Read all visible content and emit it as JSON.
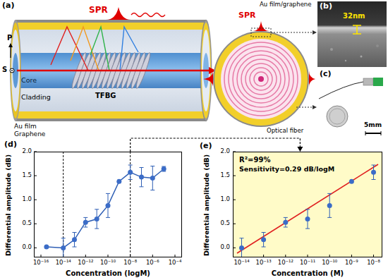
{
  "diagram": {
    "nodes": [
      {
        "text": [
          "(b)",
          "32nm"
        ]
      },
      {
        "text": [
          "(c)",
          "5mm"
        ]
      },
      {
        "text": [
          "(d)"
        ]
      },
      {
        "text": [
          "(e)",
          "R²=99%",
          "Sensitivity=0.29 dB/logM"
        ]
      }
    ],
    "edges": [
      {
        "from": 2,
        "to": 3,
        "arrow": "to"
      }
    ],
    "labels": [
      "(a)",
      "SPR",
      "P",
      "S",
      "Core",
      "TFBG",
      "Cladding",
      "Au film",
      "Graphene",
      "SPR",
      "Au film/graphene",
      "Optical fiber",
      "Differential amplitude (dB)",
      "Concentration (logM)",
      "0.0",
      "0.5",
      "1.0",
      "1.5",
      "2.0",
      "10⁻¹⁶",
      "10⁻¹⁴",
      "10⁻¹²",
      "10⁻¹⁰",
      "10⁻⁸",
      "10⁻⁶",
      "10⁻⁴",
      "Differential amplitude (dB)",
      "Concentration (M)",
      "0.0",
      "0.5",
      "1.0",
      "1.5",
      "2.0",
      "10⁻¹⁴",
      "10⁻¹³",
      "10⁻¹²",
      "10⁻¹¹",
      "10⁻¹⁰",
      "10⁻⁹",
      "10⁻⁸"
    ]
  }
}
